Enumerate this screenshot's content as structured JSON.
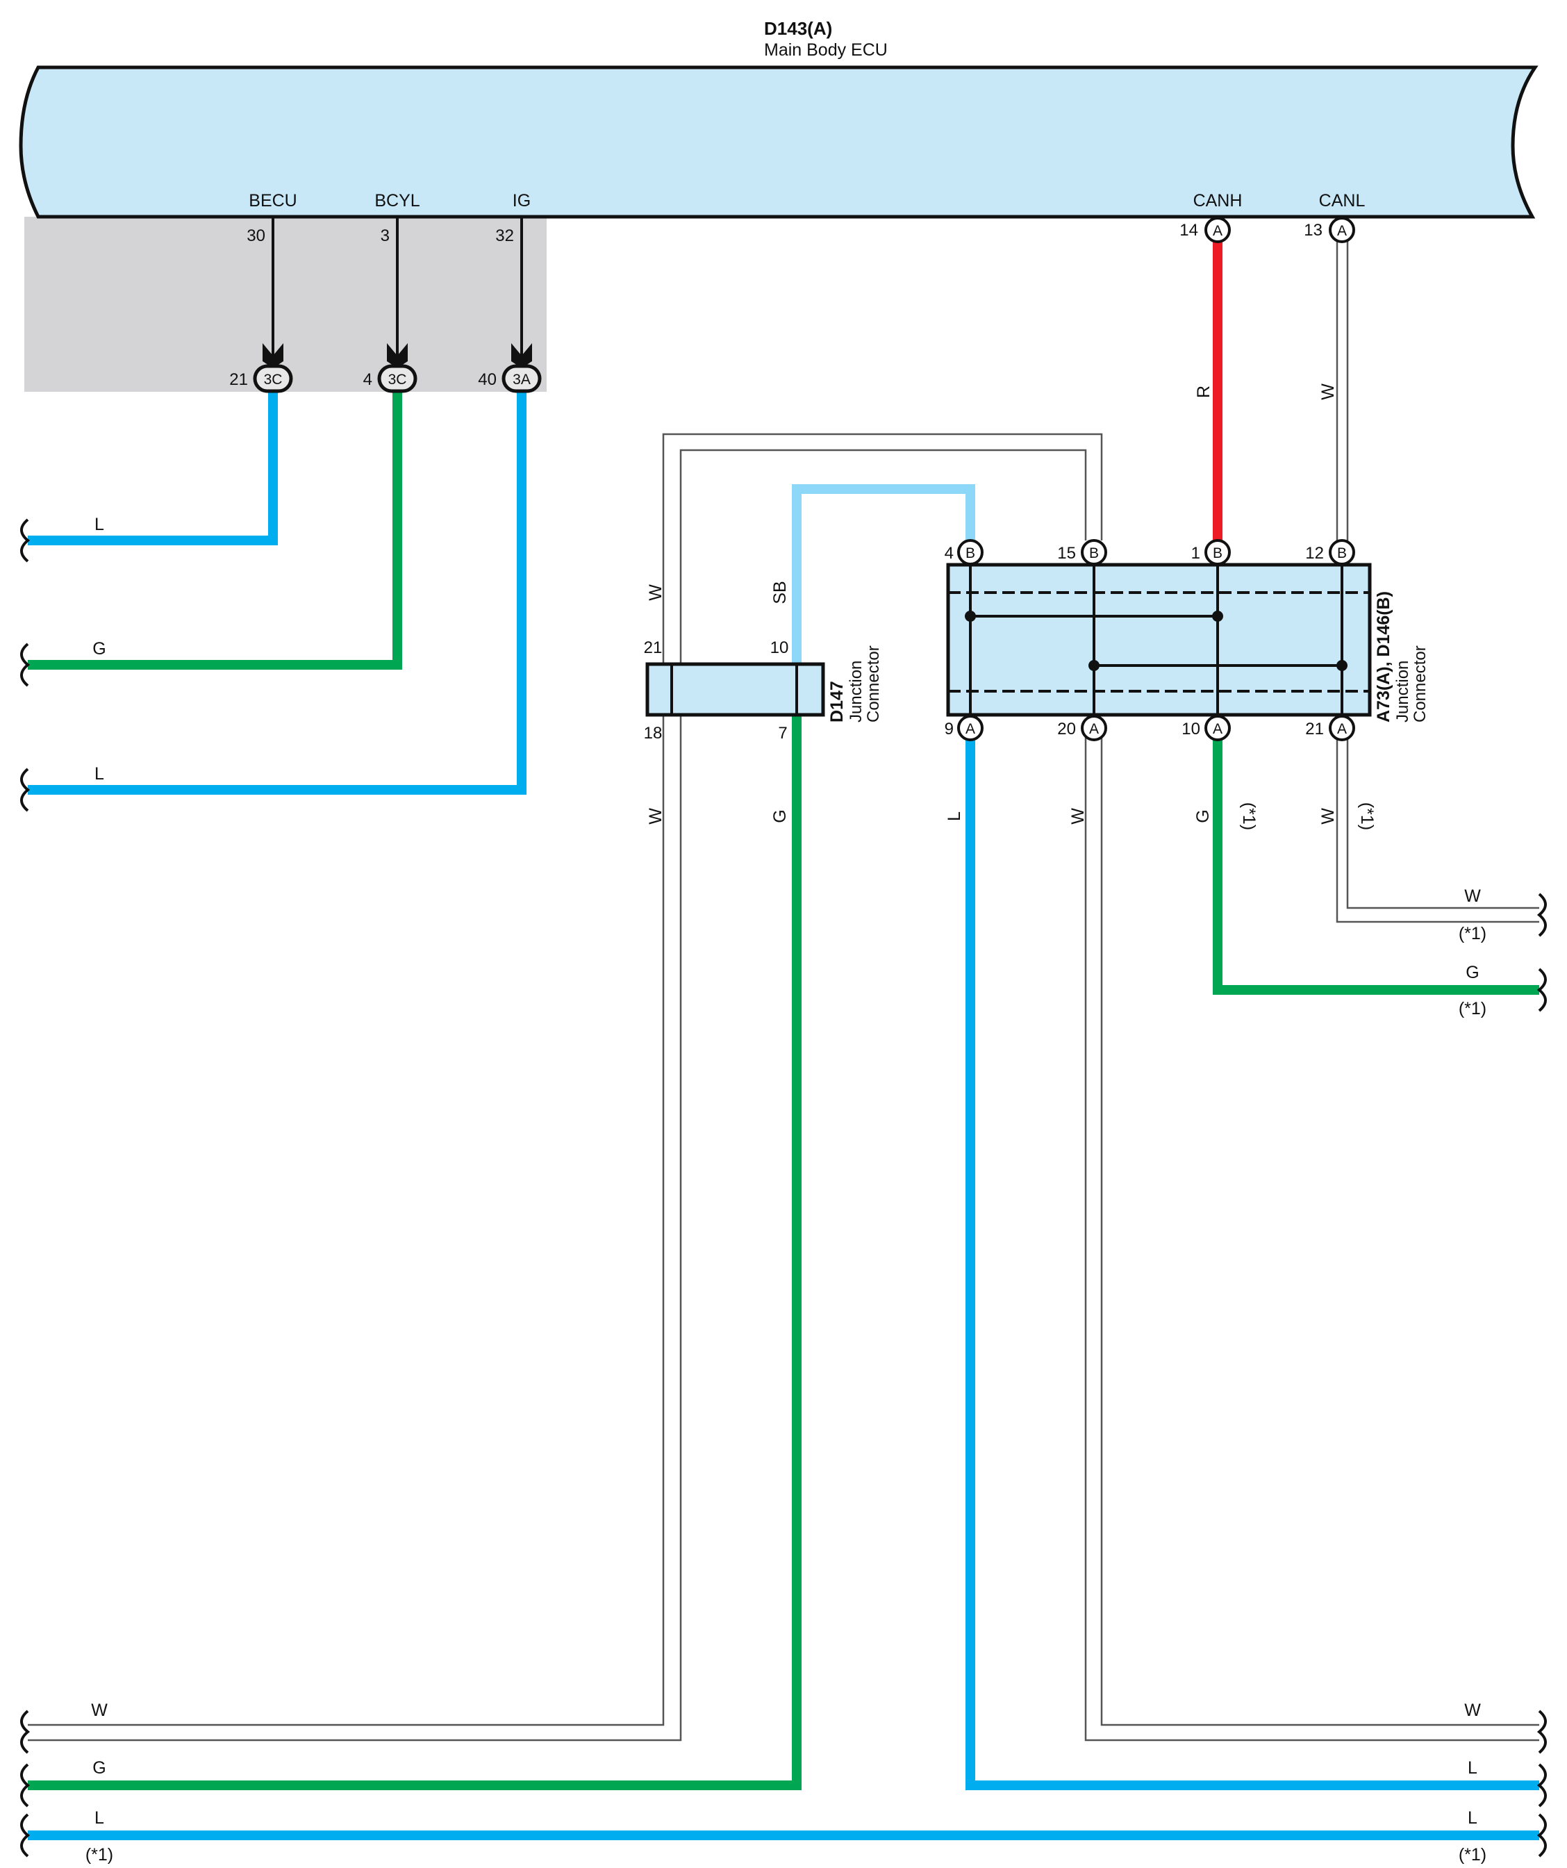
{
  "colors": {
    "L": "#00aeef",
    "G": "#00a651",
    "R": "#ed1c24",
    "SB": "#8dd8f8",
    "W": "#ffffff",
    "ecu_fill": "#c8e8f8",
    "shade": "#d4d4d6",
    "outline": "#111111"
  },
  "ecu": {
    "code": "D143(A)",
    "name": "Main Body ECU",
    "terminals": [
      {
        "name": "BECU",
        "pin": "30"
      },
      {
        "name": "BCYL",
        "pin": "3"
      },
      {
        "name": "IG",
        "pin": "32"
      },
      {
        "name": "CANH",
        "pin": "14",
        "conn": "A"
      },
      {
        "name": "CANL",
        "pin": "13",
        "conn": "A"
      }
    ]
  },
  "inline_connectors": [
    {
      "pin": "21",
      "code": "3C",
      "wire": "L"
    },
    {
      "pin": "4",
      "code": "3C",
      "wire": "G"
    },
    {
      "pin": "40",
      "code": "3A",
      "wire": "L"
    }
  ],
  "d147": {
    "code": "D147",
    "desc_line1": "Junction",
    "desc_line2": "Connector",
    "pins": {
      "top_left": "21",
      "top_right": "10",
      "bottom_left": "18",
      "bottom_right": "7"
    }
  },
  "a73": {
    "code": "A73(A), D146(B)",
    "desc_line1": "Junction",
    "desc_line2": "Connector",
    "top_pins": [
      {
        "pin": "4",
        "conn": "B"
      },
      {
        "pin": "15",
        "conn": "B"
      },
      {
        "pin": "1",
        "conn": "B"
      },
      {
        "pin": "12",
        "conn": "B"
      }
    ],
    "bottom_pins": [
      {
        "pin": "9",
        "conn": "A"
      },
      {
        "pin": "20",
        "conn": "A"
      },
      {
        "pin": "10",
        "conn": "A"
      },
      {
        "pin": "21",
        "conn": "A"
      }
    ]
  },
  "wire_labels": {
    "left_L1": "L",
    "left_G": "G",
    "left_L2": "L",
    "canh_R": "R",
    "canl_W": "W",
    "w_outer": "W",
    "sb": "SB",
    "w_d147_down": "W",
    "g_d147_down": "G",
    "l_a73_down": "L",
    "w_a73_down": "W",
    "g_a73_down": "G",
    "g_a73_note": "(*1)",
    "w_a73_right_down": "W",
    "w_a73_right_note": "(*1)",
    "right_W_mid": "W",
    "right_W_mid_note": "(*1)",
    "right_G_mid": "G",
    "right_G_mid_note": "(*1)",
    "bottom_left_W": "W",
    "bottom_left_G": "G",
    "bottom_left_L": "L",
    "bottom_left_L_note": "(*1)",
    "bottom_right_W": "W",
    "bottom_right_L1": "L",
    "bottom_right_L2": "L",
    "bottom_right_L2_note": "(*1)"
  }
}
